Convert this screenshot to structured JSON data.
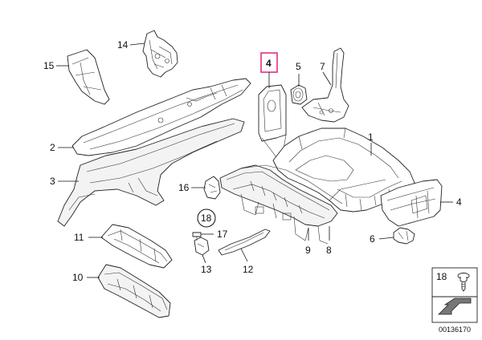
{
  "colors": {
    "highlight": "#e0217a",
    "line": "#222222",
    "arrow_fill": "#777777"
  },
  "callouts": {
    "p1": "1",
    "p2": "2",
    "p3": "3",
    "p4_top": "4",
    "p4_right": "4",
    "p5": "5",
    "p6": "6",
    "p7": "7",
    "p8": "8",
    "p9": "9",
    "p10": "10",
    "p11": "11",
    "p12": "12",
    "p13": "13",
    "p14": "14",
    "p15": "15",
    "p16": "16",
    "p17": "17",
    "p18_circle": "18"
  },
  "legend": {
    "number": "18"
  },
  "reference": "00136170"
}
